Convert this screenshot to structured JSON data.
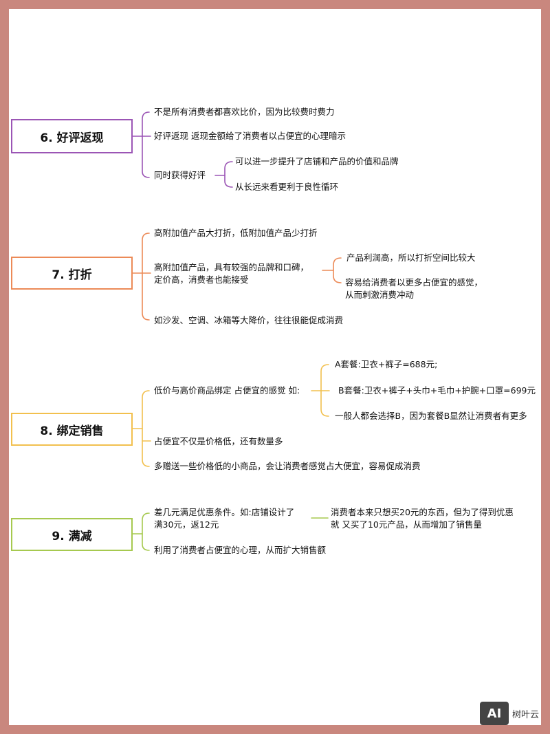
{
  "colors": {
    "border": "#c9877e",
    "purple": "#9b55b5",
    "orange": "#ec8a57",
    "yellow": "#f2c04e",
    "green": "#a6c94f"
  },
  "sections": {
    "s6": {
      "title": "6. 好评返现",
      "items": [
        "不是所有消费者都喜欢比价，因为比较费时费力",
        "好评返现 返现金额给了消费者以占便宜的心理暗示",
        "同时获得好评"
      ],
      "sub": [
        "可以进一步提升了店铺和产品的价值和品牌",
        "从长远来看更利于良性循环"
      ]
    },
    "s7": {
      "title": "7. 打折",
      "items": [
        "高附加值产品大打折，低附加值产品少打折",
        "高附加值产品，具有较强的品牌和口碑，",
        "定价高，消费者也能接受",
        "如沙发、空调、冰箱等大降价，往往很能促成消费"
      ],
      "sub": [
        "产品利润高，所以打折空间比较大",
        "容易给消费者以更多占便宜的感觉，",
        "从而刺激消费冲动"
      ]
    },
    "s8": {
      "title": "8. 绑定销售",
      "items": [
        "低价与高价商品绑定 占便宜的感觉 如:",
        "占便宜不仅是价格低，还有数量多",
        "多赠送一些价格低的小商品，会让消费者感觉占大便宜，容易促成消费"
      ],
      "sub": [
        "A套餐:卫衣+裤子=688元;",
        "B套餐:卫衣+裤子+头巾+毛巾+护腕+口罩=699元",
        "一般人都会选择B，因为套餐B显然让消费者有更多"
      ]
    },
    "s9": {
      "title": "9. 满减",
      "items": [
        "差几元满足优惠条件。如:店铺设计了",
        "满30元，返12元",
        "利用了消费者占便宜的心理，从而扩大销售额"
      ],
      "sub": [
        "消费者本来只想买20元的东西，但为了得到优惠",
        "就 又买了10元产品，从而增加了销售量"
      ]
    }
  },
  "logo": {
    "mark": "AI",
    "text": "树叶云"
  }
}
